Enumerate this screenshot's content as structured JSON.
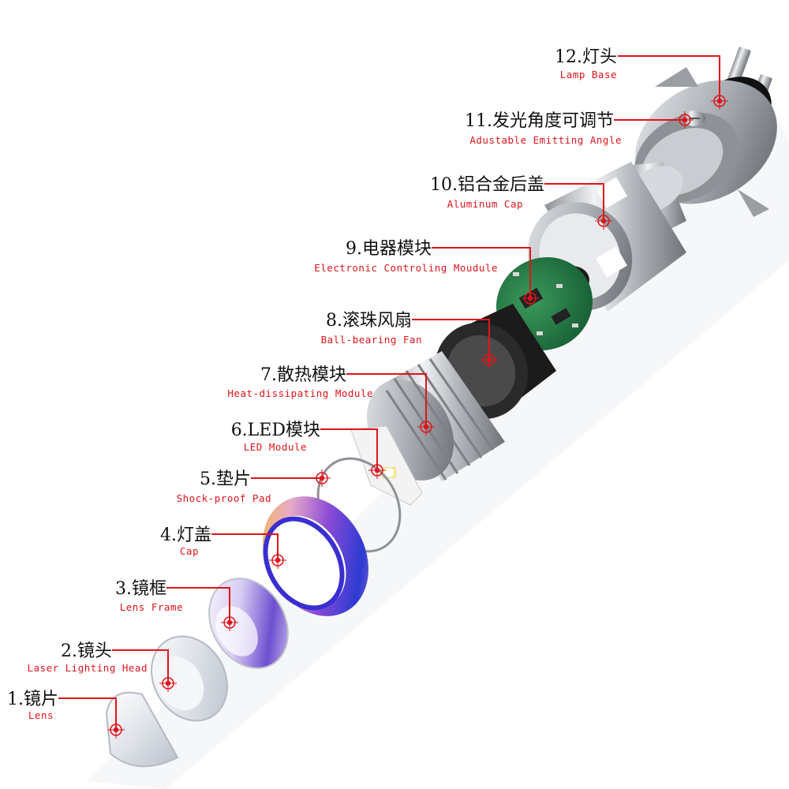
{
  "parts": [
    {
      "no": 12,
      "zh": "12.灯头",
      "en": "Lamp Base"
    },
    {
      "no": 11,
      "zh": "11.发光角度可调节",
      "en": "Adustable Emitting Angle"
    },
    {
      "no": 10,
      "zh": "10.铝合金后盖",
      "en": "Aluminum Cap"
    },
    {
      "no": 9,
      "zh": "9.电器模块",
      "en": "Electronic Controling Moudule"
    },
    {
      "no": 8,
      "zh": "8.滚珠风扇",
      "en": "Ball-bearing Fan"
    },
    {
      "no": 7,
      "zh": "7.散热模块",
      "en": "Heat-dissipating Module"
    },
    {
      "no": 6,
      "zh": "6.LED模块",
      "en": "LED Module"
    },
    {
      "no": 5,
      "zh": "5.垫片",
      "en": "Shock-proof Pad"
    },
    {
      "no": 4,
      "zh": "4.灯盖",
      "en": "Cap"
    },
    {
      "no": 3,
      "zh": "3.镜框",
      "en": "Lens Frame"
    },
    {
      "no": 2,
      "zh": "2.镜头",
      "en": "Laser Lighting Head"
    },
    {
      "no": 1,
      "zh": "1.镜片",
      "en": "Lens"
    }
  ],
  "colors": {
    "leader": "#e0141b",
    "label_en": "#e0141b",
    "label_zh": "#111111",
    "marker": "#e0141b"
  }
}
